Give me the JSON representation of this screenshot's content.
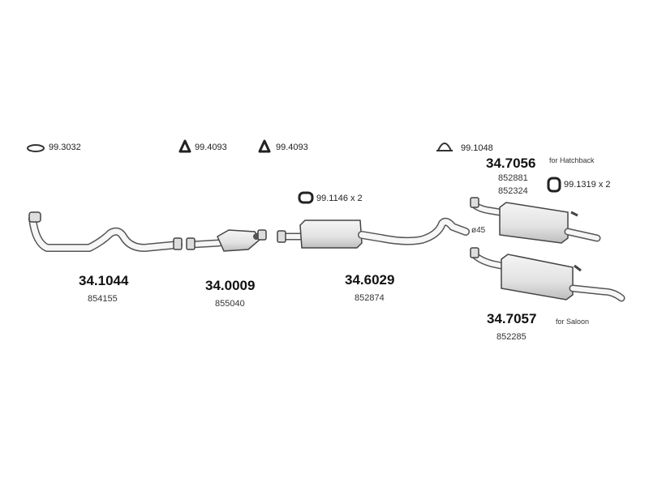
{
  "accessories": {
    "oring": "99.3032",
    "bracket_a": "99.4093",
    "bracket_b": "99.4093",
    "clamp": "99.1048",
    "hanger_front": "99.1146 x 2",
    "hanger_rear": "99.1319 x 2"
  },
  "parts": {
    "front_pipe": {
      "number": "34.1044",
      "oem": "854155"
    },
    "catalyst": {
      "number": "34.0009",
      "oem": "855040"
    },
    "middle_silencer": {
      "number": "34.6029",
      "oem": "852874",
      "diameter": "ø45"
    },
    "rear_hatchback": {
      "number": "34.7056",
      "note": "for Hatchback",
      "oem_1": "852881",
      "oem_2": "852324"
    },
    "rear_saloon": {
      "number": "34.7057",
      "note": "for Saloon",
      "oem": "852285"
    }
  },
  "colors": {
    "line": "#555555",
    "fill_light": "#f2f2f2",
    "fill_dark": "#cfcfcf"
  }
}
